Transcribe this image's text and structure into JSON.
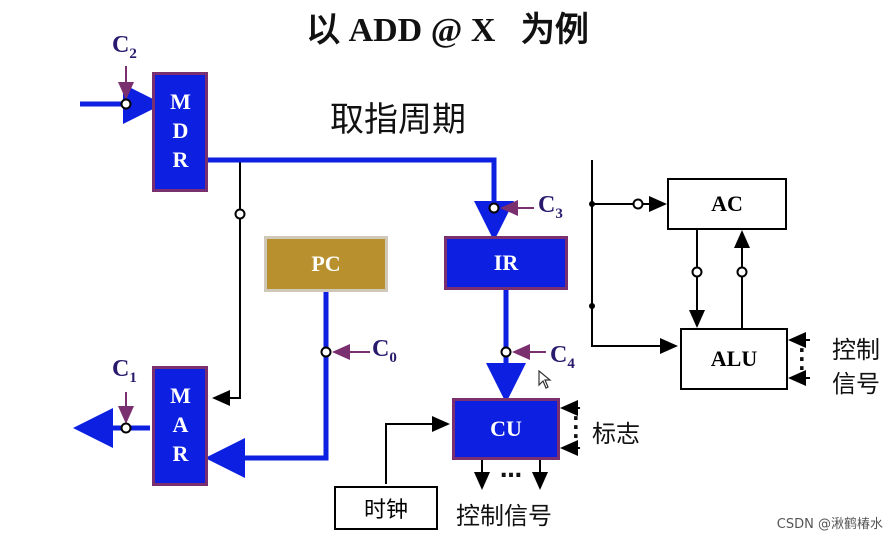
{
  "title": "以 ADD @ X   为例",
  "subtitle": "取指周期",
  "registers": {
    "mdr": "MDR",
    "mar": "MAR",
    "pc": "PC",
    "ir": "IR",
    "cu": "CU",
    "ac": "AC",
    "alu": "ALU",
    "clock": "时钟"
  },
  "controls": {
    "c0": {
      "base": "C",
      "sub": "0"
    },
    "c1": {
      "base": "C",
      "sub": "1"
    },
    "c2": {
      "base": "C",
      "sub": "2"
    },
    "c3": {
      "base": "C",
      "sub": "3"
    },
    "c4": {
      "base": "C",
      "sub": "4"
    }
  },
  "labels": {
    "flags": "标志",
    "cu_out": "控制信号",
    "alu_ctrl_line1": "控制",
    "alu_ctrl_line2": "信号",
    "cu_out_dots": "…"
  },
  "watermark": "CSDN @湫鹤椿水",
  "colors": {
    "bus_blue": "#0d1fe0",
    "register_blue": "#0d1fe0",
    "register_border": "#7a2f6e",
    "pc_gold": "#b8902e",
    "control_purple": "#7a2f6e",
    "label_navy": "#2a1a6e"
  }
}
